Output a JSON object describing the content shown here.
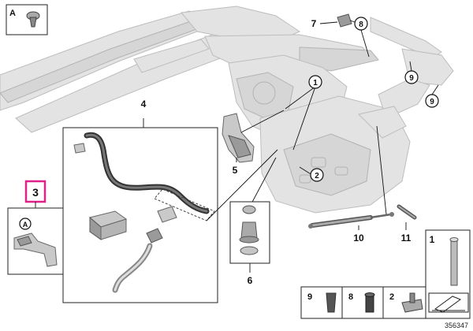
{
  "diagram": {
    "detail_letter": "A",
    "callouts": {
      "c1": "1",
      "c2": "2",
      "c3": "3",
      "c4": "4",
      "c5": "5",
      "c6": "6",
      "c7": "7",
      "c8": "8",
      "c9a": "9",
      "c9b": "9",
      "c10": "10",
      "c11": "11",
      "c9_box": "9",
      "c8_box": "8",
      "c2_box": "2",
      "c1_box": "1"
    },
    "highlight_color": "#e0218a",
    "doc_number": "356347"
  }
}
